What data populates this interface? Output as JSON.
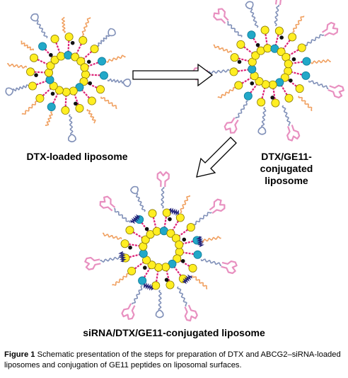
{
  "labels": {
    "dtx_loaded": "DTX-loaded liposome",
    "dtx_ge11_line1": "DTX/GE11-",
    "dtx_ge11_line2": "conjugated",
    "dtx_ge11_line3": "liposome",
    "sirna_dtx_ge11": "siRNA/DTX/GE11-conjugated liposome"
  },
  "caption": {
    "figure_label": "Figure 1",
    "text": "Schematic presentation of the steps for preparation of DTX and ABCG2–siRNA-loaded liposomes and conjugation of GE11 peptides on liposomal surfaces."
  },
  "colors": {
    "headgroup_yellow": "#ffee22",
    "headgroup_blue": "#22a8c8",
    "tail_pink": "#dd2277",
    "drug_black": "#111111",
    "peg_orange": "#f0a060",
    "peg_blue": "#8090b8",
    "peptide_pink": "#e890c0",
    "sirna_navy": "#22227a"
  },
  "icons": {
    "process_arrow_1": "arrow-right-icon",
    "process_arrow_2": "arrow-down-left-icon"
  }
}
